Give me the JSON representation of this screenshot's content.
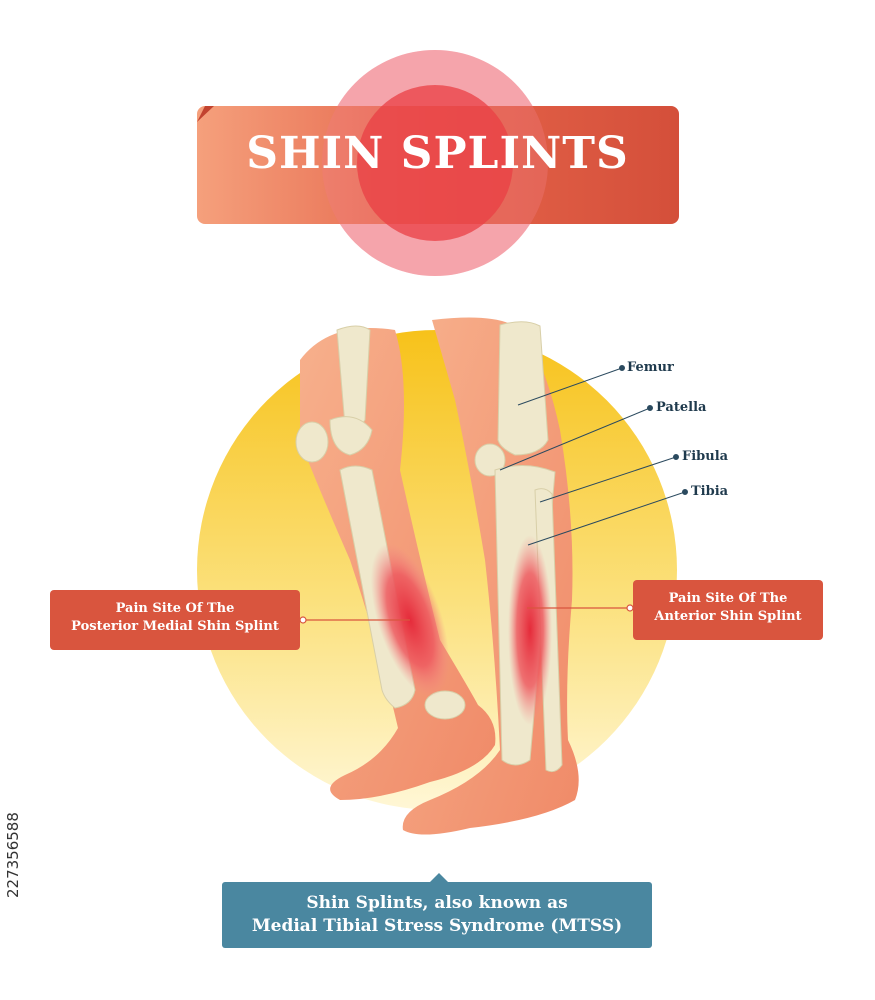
{
  "title": "SHIN SPLINTS",
  "bone_labels": {
    "femur": "Femur",
    "patella": "Patella",
    "fibula": "Fibula",
    "tibia": "Tibia"
  },
  "callouts": {
    "posterior": [
      "Pain Site Of The",
      "Posterior Medial Shin Splint"
    ],
    "anterior": [
      "Pain Site Of The",
      "Anterior Shin Splint"
    ]
  },
  "footer": [
    "Shin Splints, also known as",
    "Medial Tibial Stress Syndrome (MTSS)"
  ],
  "stock_id": "227356588",
  "colors": {
    "banner": "#e0624a",
    "pain": "#e8303a",
    "skin": "#f5a07c",
    "bone": "#efe8cc",
    "sun": "#f8c820",
    "callout": "#d9553e",
    "footer": "#4a87a0",
    "label_text": "#1f3a4d"
  }
}
